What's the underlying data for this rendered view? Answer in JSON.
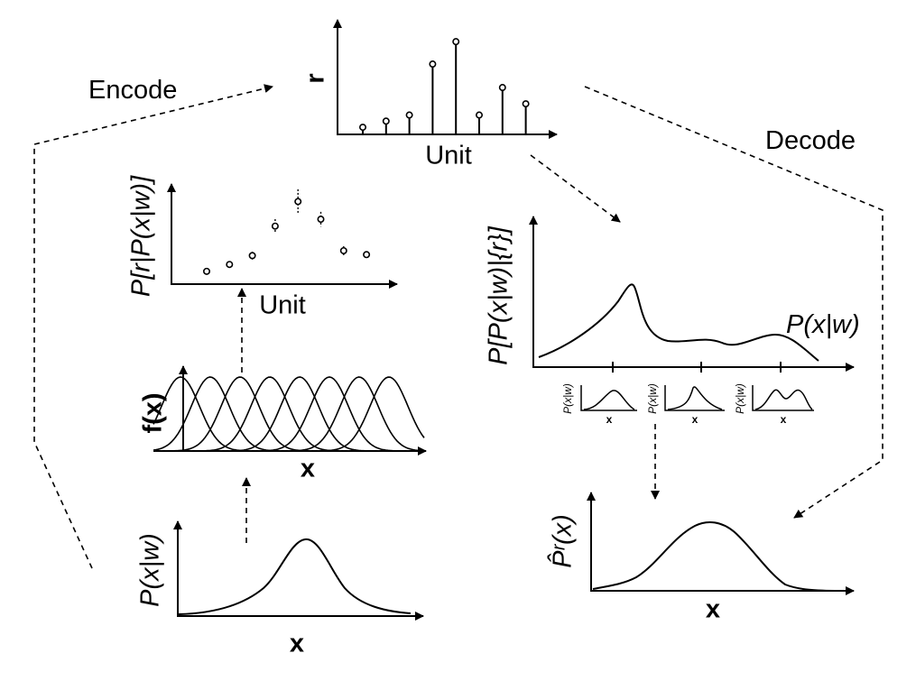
{
  "labels": {
    "encode": "Encode",
    "decode": "Decode",
    "unit": "Unit",
    "unit_mid": "Unit",
    "r_axis": "r",
    "fx_axis": "f(x)",
    "x_tuning": "x",
    "x_prior": "x",
    "pxw_prior_y": "P(x|w)",
    "pr_y": "P[r|P(x|w)]",
    "ppost_y": "P[P(x|w)|{r}]",
    "pxw_curve": "P(x|w)",
    "px_mini_1": "P(x|w)",
    "px_mini_2": "P(x|w)",
    "px_mini_3": "P(x|w)",
    "x_mini_1": "x",
    "x_mini_2": "x",
    "x_mini_3": "x",
    "phat_y": "P̂ʳ(x)",
    "x_decoded": "x"
  },
  "spike_counts": [
    0.07,
    0.13,
    0.19,
    0.69,
    0.91,
    0.19,
    0.46,
    0.3
  ],
  "unit_likelihoods": [
    {
      "mean": 0.13,
      "spread": 0.0
    },
    {
      "mean": 0.2,
      "spread": 0.06
    },
    {
      "mean": 0.29,
      "spread": 0.08
    },
    {
      "mean": 0.59,
      "spread": 0.14
    },
    {
      "mean": 0.84,
      "spread": 0.25
    },
    {
      "mean": 0.66,
      "spread": 0.15
    },
    {
      "mean": 0.34,
      "spread": 0.09
    },
    {
      "mean": 0.3,
      "spread": 0.07
    }
  ],
  "tuning_centers": [
    0.1,
    0.21,
    0.32,
    0.43,
    0.54,
    0.65,
    0.76,
    0.87
  ],
  "colors": {
    "ink": "#000000",
    "background": "#ffffff"
  }
}
